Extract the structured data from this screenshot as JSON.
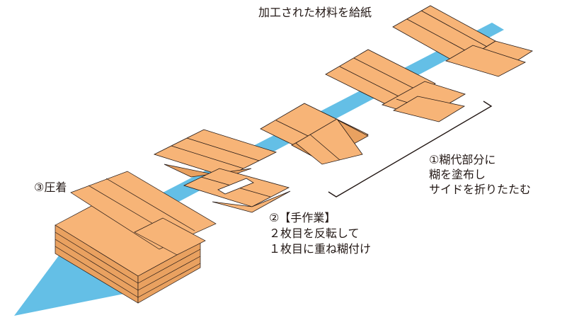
{
  "labels": {
    "feed": "加工された材料を給紙",
    "step1": [
      "①糊代部分に",
      "糊を塗布し",
      "サイドを折りたたむ"
    ],
    "step2": [
      "②【手作業】",
      "２枚目を反転して",
      "１枚目に重ね糊付け"
    ],
    "step3": "③圧着"
  },
  "colors": {
    "conveyor": "#64bfe6",
    "board": "#f7b477",
    "board_dark": "#e9a160",
    "outline": "#231815"
  }
}
